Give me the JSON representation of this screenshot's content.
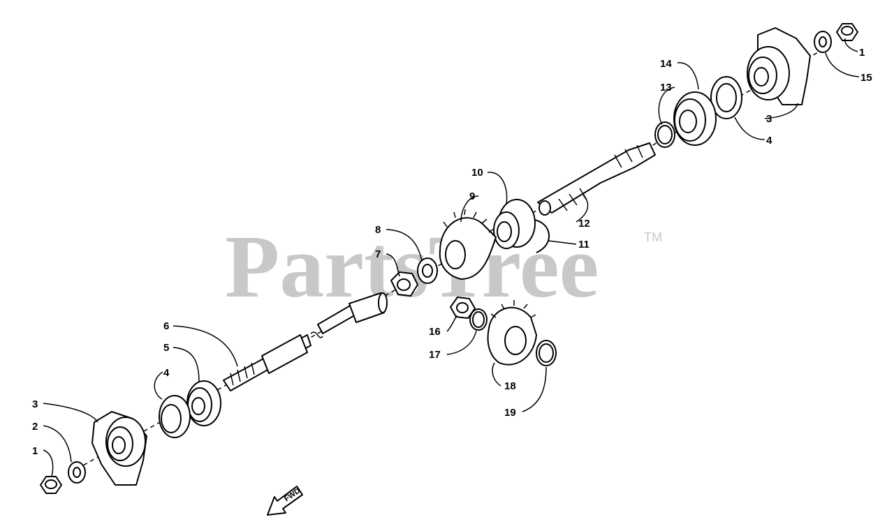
{
  "watermark": {
    "text": "PartsTree",
    "trademark": "TM"
  },
  "direction_label": "FWD",
  "callouts": {
    "c1_right": "1",
    "c15": "15",
    "c14": "14",
    "c13": "13",
    "c3_right": "3",
    "c4_right": "4",
    "c10": "10",
    "c9": "9",
    "c12": "12",
    "c11": "11",
    "c8": "8",
    "c7": "7",
    "c16": "16",
    "c17": "17",
    "c18": "18",
    "c19": "19",
    "c6": "6",
    "c5": "5",
    "c4_left": "4",
    "c3_left": "3",
    "c2": "2",
    "c1_left": "1"
  }
}
